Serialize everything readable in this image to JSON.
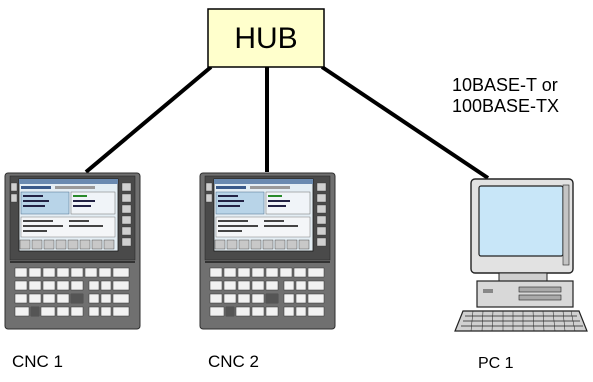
{
  "hub": {
    "label": "HUB",
    "fill": "#ffffcc",
    "border": "#000000"
  },
  "network_note": {
    "line1": "10BASE-T or",
    "line2": "100BASE-TX"
  },
  "devices": [
    {
      "id": "cnc1",
      "type": "cnc-panel",
      "label": "CNC 1"
    },
    {
      "id": "cnc2",
      "type": "cnc-panel",
      "label": "CNC 2"
    },
    {
      "id": "pc1",
      "type": "personal-computer",
      "label": "PC 1"
    }
  ],
  "colors": {
    "cable": "#000000",
    "panel_body": "#6e6e6e",
    "screen_bezel": "#3c3c3c",
    "screen": "#d8e8f0",
    "pc_screen": "#c8e6f8",
    "pc_body": "#d8d8d8"
  }
}
